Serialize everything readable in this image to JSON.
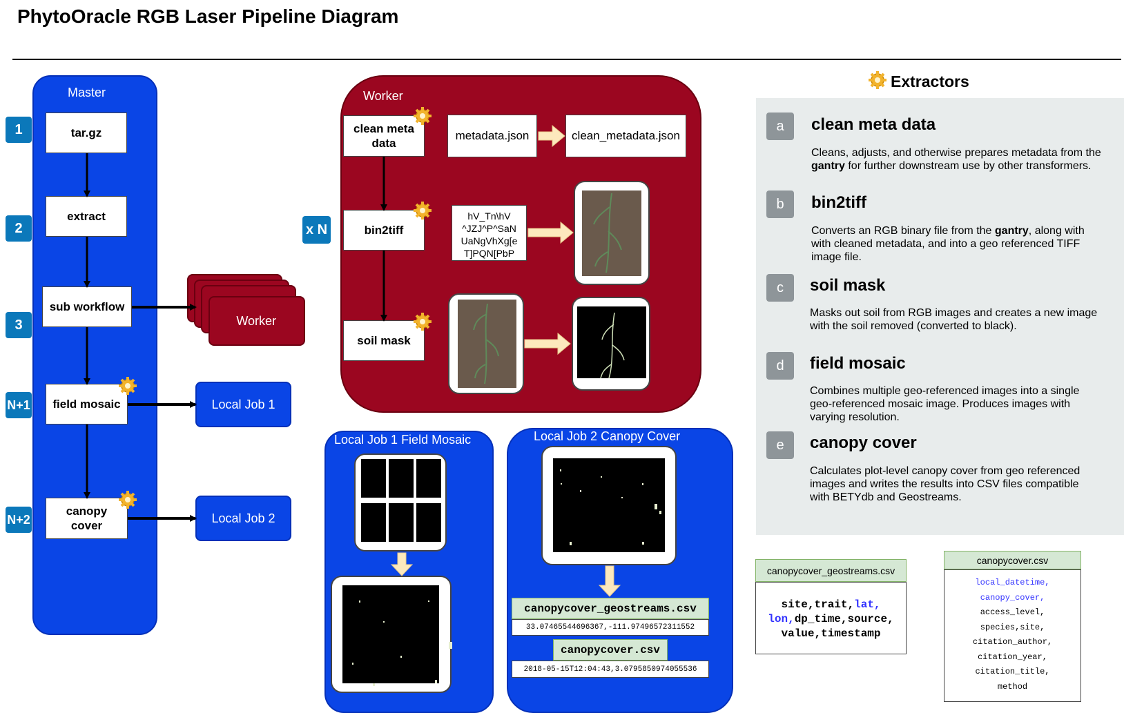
{
  "title": "PhytoOracle RGB Laser Pipeline Diagram",
  "master": {
    "label": "Master",
    "steps": [
      {
        "number": "1",
        "label": "tar.gz"
      },
      {
        "number": "2",
        "label": "extract"
      },
      {
        "number": "3",
        "label": "sub workflow"
      },
      {
        "number": "N+1",
        "label": "field mosaic"
      },
      {
        "number": "N+2",
        "label": "canopy cover"
      }
    ],
    "worker_stack_label": "Worker",
    "local_job_1": "Local Job 1",
    "local_job_2": "Local Job 2"
  },
  "worker": {
    "label": "Worker",
    "multiplier": "x N",
    "clean_meta": "clean meta data",
    "bin2tiff": "bin2tiff",
    "soil_mask": "soil mask",
    "metadata_in": "metadata.json",
    "metadata_out": "clean_metadata.json",
    "binary_text": "hV_Tn\\hV ^JZJ^P^SaN UaNgVhXg[e T]PQN[PbP"
  },
  "local_job_1": {
    "label": "Local Job 1 Field Mosaic"
  },
  "local_job_2": {
    "label": "Local Job 2 Canopy Cover",
    "geostreams_csv": "canopycover_geostreams.csv",
    "geostreams_value": "33.07465544696367,-111.97496572311552",
    "canopy_csv": "canopycover.csv",
    "canopy_value": "2018-05-15T12:04:43,3.0795850974055536"
  },
  "extractors": {
    "heading": "Extractors",
    "items": [
      {
        "letter": "a",
        "name": "clean meta data",
        "pre": "Cleans, adjusts, and otherwise prepares metadata from the ",
        "bold": "gantry",
        "post": " for further downstream use by other transformers."
      },
      {
        "letter": "b",
        "name": "bin2tiff",
        "pre": "Converts an RGB binary file from the ",
        "bold": "gantry",
        "post": ", along with with cleaned metadata, and into a geo referenced TIFF image file."
      },
      {
        "letter": "c",
        "name": "soil mask",
        "pre": "Masks out soil from RGB images and creates a new image with the soil removed (converted to black).",
        "bold": "",
        "post": ""
      },
      {
        "letter": "d",
        "name": "field mosaic",
        "pre": "Combines multiple geo-referenced images into a single geo-referenced mosaic image. Produces images with varying resolution.",
        "bold": "",
        "post": ""
      },
      {
        "letter": "e",
        "name": "canopy cover",
        "pre": "Calculates plot-level canopy cover from geo referenced images and writes the results into CSV files compatible with BETYdb and Geostreams.",
        "bold": "",
        "post": ""
      }
    ]
  },
  "schemas": {
    "geostreams": {
      "header": "canopycover_geostreams.csv",
      "fields": [
        "site,trait,",
        "lat,",
        "lon,",
        "dp_time,source,",
        "value,timestamp"
      ]
    },
    "canopycover": {
      "header": "canopycover.csv",
      "fields": [
        "local_datetime,",
        "canopy_cover,",
        "access_level,",
        "species,site,",
        "citation_author,",
        "citation_year,",
        "citation_title,",
        "method"
      ]
    }
  },
  "colors": {
    "master_blue": "#0a45e6",
    "worker_red": "#9b0620",
    "step_badge": "#0b78ba",
    "extractor_panel": "#e8ecec",
    "csv_header": "#d5e8d4",
    "arrow_fill": "#fde9bd"
  }
}
